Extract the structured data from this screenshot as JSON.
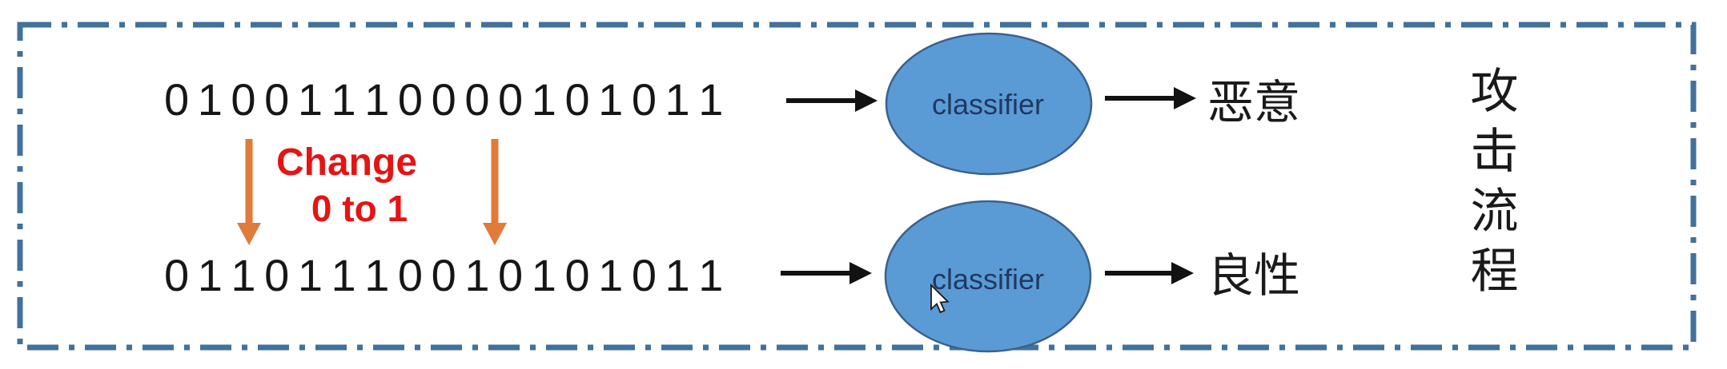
{
  "flow": {
    "title_vertical": "攻击流程",
    "original": {
      "bits": "0 1 0 0 1 1 1 0 0 0 0 1 0 1 0 1 1",
      "classifier_label": "classifier",
      "result": "恶意"
    },
    "modified": {
      "bits": "0 1 1 0 1 1 1 0 0 1 0 1 0 1 0 1 1",
      "classifier_label": "classifier",
      "result": "良性"
    },
    "change_annotation": {
      "line1": "Change",
      "line2": "0 to 1"
    }
  },
  "icons": {
    "black_right_arrows": "flow-arrow-right",
    "orange_down_arrows": "change-position-arrow-down",
    "mouse_cursor": "mouse-cursor-pointer"
  },
  "colors": {
    "border_dashdot": "#41719C",
    "ellipse_fill": "#5B9BD5",
    "ellipse_stroke": "#3B618C",
    "classifier_text": "#1F3864",
    "change_text": "#E51414",
    "orange_arrow": "#E07B39",
    "flow_arrow": "#121212",
    "bits_text": "#161616",
    "result_text": "#1A1A1A"
  }
}
